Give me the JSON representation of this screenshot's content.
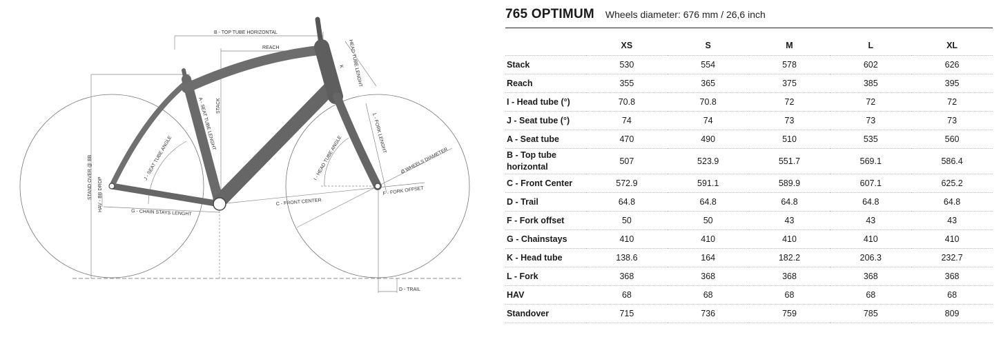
{
  "model_name": "765 OPTIMUM",
  "wheels_info": "Wheels diameter: 676 mm / 26,6 inch",
  "diagram_labels": {
    "top_tube": "B - TOP TUBE HORIZONTAL",
    "reach": "REACH",
    "stack": "STACK",
    "head_tube_length": "HEAD TUBE LENGHT",
    "k": "K",
    "seat_tube_length": "A - SEAT TUBE LENGHT",
    "seat_tube_angle": "J - SEAT TUBE ANGLE",
    "head_tube_angle": "I - HEAD TUBE ANGLE",
    "fork_length": "L - FORK LENGHT",
    "wheels_diameter": "Ø WHEELS DIAMETER",
    "fork_offset": "F - FORK OFFSET",
    "front_center": "C - FRONT CENTER",
    "chain_stays": "G - CHAIN STAYS LENGHT",
    "stand_over": "STAND OVER @ BB",
    "hav": "HAV - BB DROP",
    "trail": "D - TRAIL"
  },
  "table": {
    "sizes": [
      "XS",
      "S",
      "M",
      "L",
      "XL"
    ],
    "rows": [
      {
        "label": "Stack",
        "values": [
          "530",
          "554",
          "578",
          "602",
          "626"
        ]
      },
      {
        "label": "Reach",
        "values": [
          "355",
          "365",
          "375",
          "385",
          "395"
        ]
      },
      {
        "label": "I - Head tube (°)",
        "values": [
          "70.8",
          "70.8",
          "72",
          "72",
          "72"
        ]
      },
      {
        "label": "J - Seat tube (°)",
        "values": [
          "74",
          "74",
          "73",
          "73",
          "73"
        ]
      },
      {
        "label": "A - Seat tube",
        "values": [
          "470",
          "490",
          "510",
          "535",
          "560"
        ]
      },
      {
        "label": "B - Top tube horizontal",
        "values": [
          "507",
          "523.9",
          "551.7",
          "569.1",
          "586.4"
        ]
      },
      {
        "label": "C - Front Center",
        "values": [
          "572.9",
          "591.1",
          "589.9",
          "607.1",
          "625.2"
        ]
      },
      {
        "label": "D - Trail",
        "values": [
          "64.8",
          "64.8",
          "64.8",
          "64.8",
          "64.8"
        ]
      },
      {
        "label": "F - Fork offset",
        "values": [
          "50",
          "50",
          "43",
          "43",
          "43"
        ]
      },
      {
        "label": "G - Chainstays",
        "values": [
          "410",
          "410",
          "410",
          "410",
          "410"
        ]
      },
      {
        "label": "K - Head tube",
        "values": [
          "138.6",
          "164",
          "182.2",
          "206.3",
          "232.7"
        ]
      },
      {
        "label": "L - Fork",
        "values": [
          "368",
          "368",
          "368",
          "368",
          "368"
        ]
      },
      {
        "label": "HAV",
        "values": [
          "68",
          "68",
          "68",
          "68",
          "68"
        ]
      },
      {
        "label": "Standover",
        "values": [
          "715",
          "736",
          "759",
          "785",
          "809"
        ]
      }
    ]
  }
}
